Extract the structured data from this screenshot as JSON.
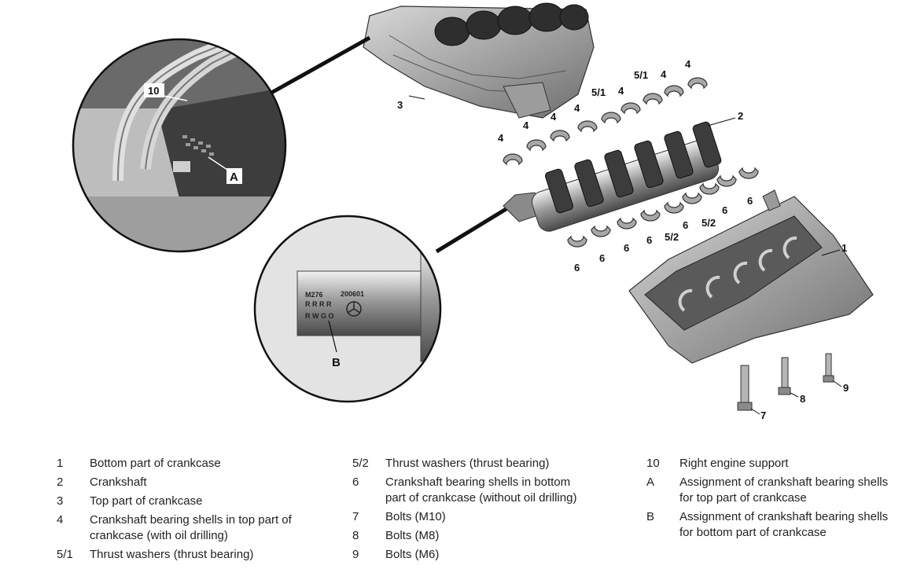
{
  "callouts": {
    "c1": "1",
    "c2": "2",
    "c3": "3",
    "c4": "4",
    "c51": "5/1",
    "c52": "5/2",
    "c6": "6",
    "c7": "7",
    "c8": "8",
    "c9": "9",
    "c10": "10",
    "cA": "A",
    "cB": "B"
  },
  "stamp": {
    "code": "M276",
    "date": "200601",
    "row1": "R R R R",
    "row2": "R W G O"
  },
  "legend": {
    "col1": [
      {
        "key": "1",
        "text": "Bottom part of crankcase"
      },
      {
        "key": "2",
        "text": "Crankshaft"
      },
      {
        "key": "3",
        "text": "Top part of crankcase"
      },
      {
        "key": "4",
        "text": "Crankshaft bearing shells in top part of\ncrankcase (with oil drilling)"
      },
      {
        "key": "5/1",
        "text": "Thrust washers (thrust bearing)"
      }
    ],
    "col2": [
      {
        "key": "5/2",
        "text": "Thrust washers (thrust bearing)"
      },
      {
        "key": "6",
        "text": "Crankshaft bearing shells in bottom\npart of crankcase (without oil drilling)"
      },
      {
        "key": "7",
        "text": "Bolts (M10)"
      },
      {
        "key": "8",
        "text": "Bolts (M8)"
      },
      {
        "key": "9",
        "text": "Bolts (M6)"
      }
    ],
    "col3": [
      {
        "key": "10",
        "text": "Right engine support"
      },
      {
        "key": "A",
        "text": "Assignment of crankshaft bearing shells\nfor top part of crankcase"
      },
      {
        "key": "B",
        "text": "Assignment of crankshaft bearing shells\nfor bottom part of crankcase"
      }
    ]
  },
  "colors": {
    "metal_dark": "#3a3a3a",
    "metal_mid": "#8a8a8a",
    "metal_light": "#cfcfcf",
    "zoom_bg": "#d9d9d9"
  }
}
